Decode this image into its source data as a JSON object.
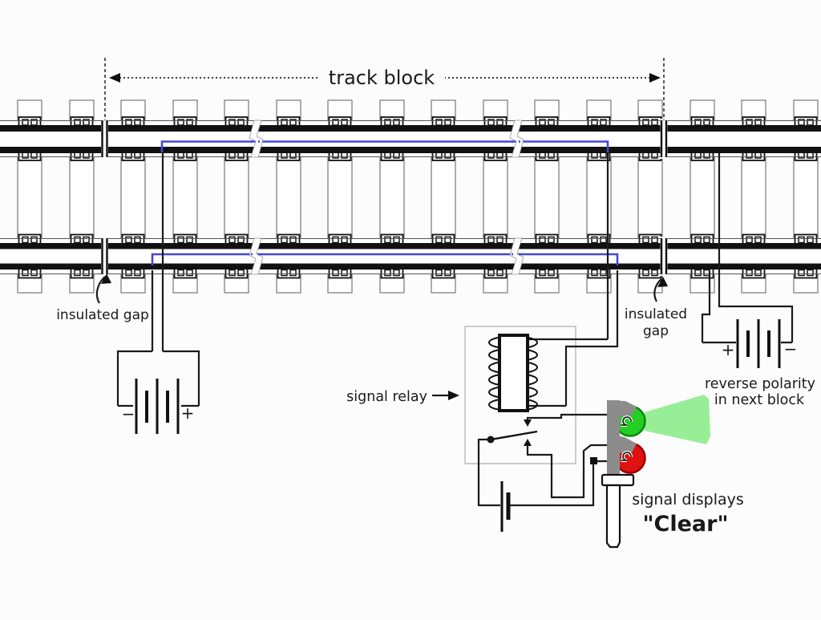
{
  "title": {
    "track_block": "track block"
  },
  "labels": {
    "insulated_gap_left": "insulated gap",
    "insulated_gap_right_1": "insulated",
    "insulated_gap_right_2": "gap",
    "signal_relay": "signal relay",
    "reverse_polarity_1": "reverse polarity",
    "reverse_polarity_2": "in next block",
    "signal_displays": "signal displays",
    "signal_aspect": "\"Clear\"",
    "battery_left_minus": "−",
    "battery_left_plus": "+",
    "battery_right_plus": "+",
    "battery_right_minus": "−"
  },
  "colors": {
    "wire_blue": "#4646d7",
    "beam_green": "#97ee97",
    "lamp_green": "#25cd25",
    "lamp_green_dark": "#0b860b",
    "lamp_red": "#df1111",
    "lamp_red_dark": "#970000",
    "mast_gray": "#8c8c8c",
    "ink": "#1a1a1a"
  }
}
